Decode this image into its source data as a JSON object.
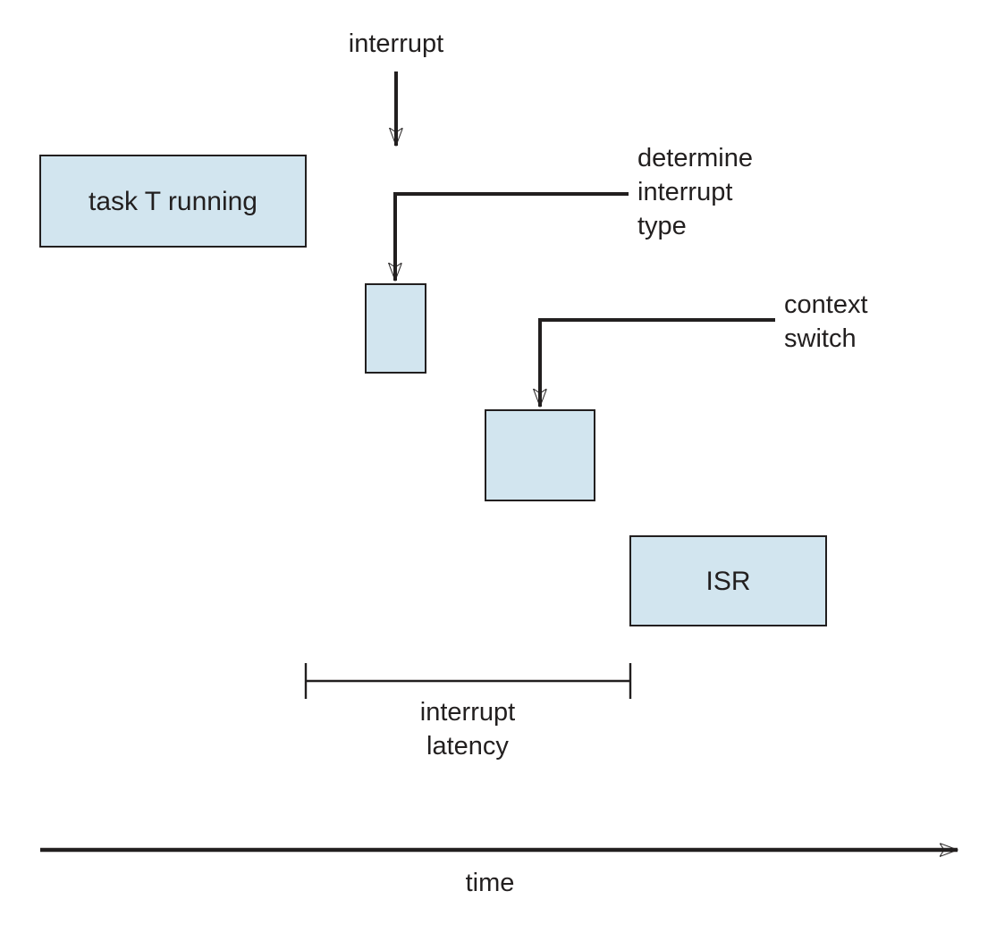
{
  "figure": {
    "interrupt_label": "interrupt",
    "task_box_label": "task T running",
    "determine_label": "determine\ninterrupt\ntype",
    "context_label": "context\nswitch",
    "isr_box_label": "ISR",
    "latency_label": "interrupt\nlatency",
    "time_label": "time"
  },
  "colors": {
    "box_fill": "#d2e5ef",
    "box_border": "#221f1f",
    "line": "#221f1f",
    "text": "#221f1f",
    "background": "#ffffff"
  }
}
